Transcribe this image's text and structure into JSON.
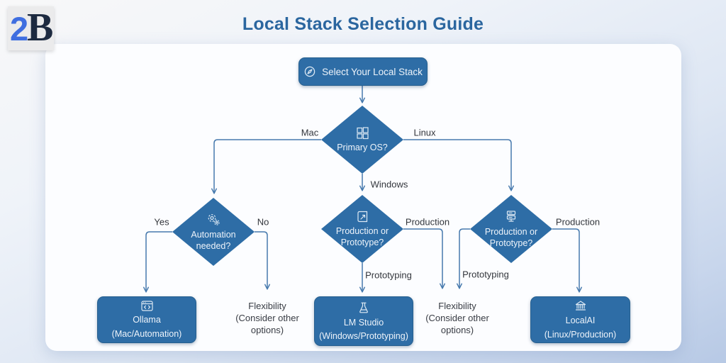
{
  "logo": {
    "text_2": "2",
    "text_b": "B"
  },
  "header": {
    "title": "Local Stack Selection Guide"
  },
  "flowchart": {
    "start": {
      "label": "Select Your Local Stack",
      "icon": "compass"
    },
    "decisions": {
      "primary_os": {
        "label": "Primary OS?",
        "icon": "windows-logo"
      },
      "automation": {
        "label": "Automation needed?",
        "icon": "gears"
      },
      "prod_proto_windows": {
        "label": "Production or Prototype?",
        "icon": "blueprint"
      },
      "prod_proto_linux": {
        "label": "Production or Prototype?",
        "icon": "server"
      }
    },
    "outcomes": {
      "ollama": {
        "name": "Ollama",
        "detail": "(Mac/Automation)",
        "icon": "code-window"
      },
      "lm_studio": {
        "name": "LM Studio",
        "detail": "(Windows/Prototyping)",
        "icon": "flask"
      },
      "localai": {
        "name": "LocalAI",
        "detail": "(Linux/Production)",
        "icon": "bank"
      },
      "flexibility_left": {
        "text": "Flexibility (Consider other options)"
      },
      "flexibility_mid": {
        "text": "Flexibility (Consider other options)"
      }
    },
    "edge_labels": {
      "mac": "Mac",
      "linux": "Linux",
      "windows": "Windows",
      "yes": "Yes",
      "no": "No",
      "production_windows": "Production",
      "prototyping_windows": "Prototyping",
      "prototyping_linux": "Prototyping",
      "production_linux": "Production"
    }
  },
  "colors": {
    "node_fill": "#2e6da6",
    "node_text": "#edf3fa",
    "edge_line": "#4679ad",
    "title_text": "#2b669f",
    "label_text": "#33363c"
  }
}
